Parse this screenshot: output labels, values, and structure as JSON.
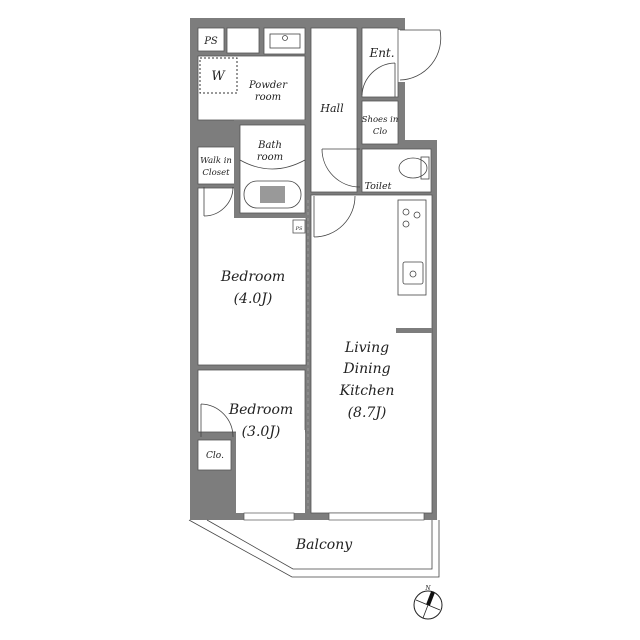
{
  "colors": {
    "wall": "#7d7d7d",
    "floor": "#ffffff",
    "line": "#444444"
  },
  "rooms": {
    "ps_top": "PS",
    "washer": "W",
    "powder": [
      "Powder",
      "room"
    ],
    "bath": [
      "Bath",
      "room"
    ],
    "hall": "Hall",
    "entrance": "Ent.",
    "shoes": [
      "Shoes in",
      "Clo"
    ],
    "toilet": "Toilet",
    "walkin": [
      "Walk in",
      "Closet"
    ],
    "ps_small": "PS",
    "bedroom1": [
      "Bedroom",
      "(4.0J)"
    ],
    "bedroom2": [
      "Bedroom",
      "(3.0J)"
    ],
    "closet": "Clo.",
    "ldk": [
      "Living",
      "Dining",
      "Kitchen",
      "(8.7J)"
    ],
    "balcony": "Balcony"
  },
  "compass": {
    "label": "N",
    "icon": "north-arrow-icon"
  }
}
